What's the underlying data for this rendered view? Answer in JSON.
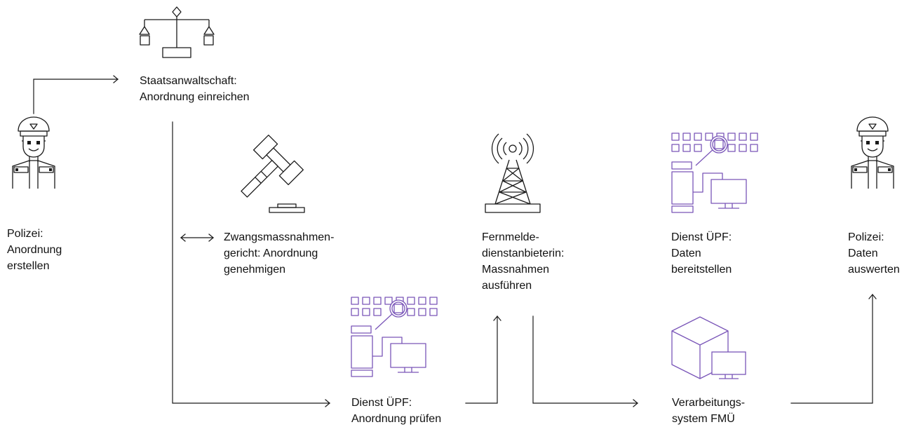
{
  "colors": {
    "line": "#1a1a1a",
    "accent": "#7a56b8",
    "background": "#ffffff"
  },
  "steps": {
    "police_create": {
      "lines": [
        "Polizei:",
        "Anordnung",
        "erstellen"
      ],
      "icon": "police-officer-icon"
    },
    "prosecution": {
      "lines": [
        "Staatsanwaltschaft:",
        "Anordnung einreichen"
      ],
      "icon": "scales-icon"
    },
    "court": {
      "lines": [
        "Zwangsmassnahmen-",
        "gericht: Anordnung",
        "genehmigen"
      ],
      "icon": "gavel-icon"
    },
    "upf_check": {
      "lines": [
        "Dienst ÜPF:",
        "Anordnung prüfen"
      ],
      "icon": "surveillance-devices-icon"
    },
    "telecom": {
      "lines": [
        "Fernmelde-",
        "dienstanbieterin:",
        "Massnahmen",
        "ausführen"
      ],
      "icon": "transmission-tower-icon"
    },
    "upf_provide": {
      "lines": [
        "Dienst ÜPF:",
        "Daten",
        "bereitstellen"
      ],
      "icon": "surveillance-devices-icon"
    },
    "processing": {
      "lines": [
        "Verarbeitungs-",
        "system FMÜ"
      ],
      "icon": "cube-monitor-icon"
    },
    "police_analyze": {
      "lines": [
        "Polizei:",
        "Daten",
        "auswerten"
      ],
      "icon": "police-officer-icon"
    }
  }
}
